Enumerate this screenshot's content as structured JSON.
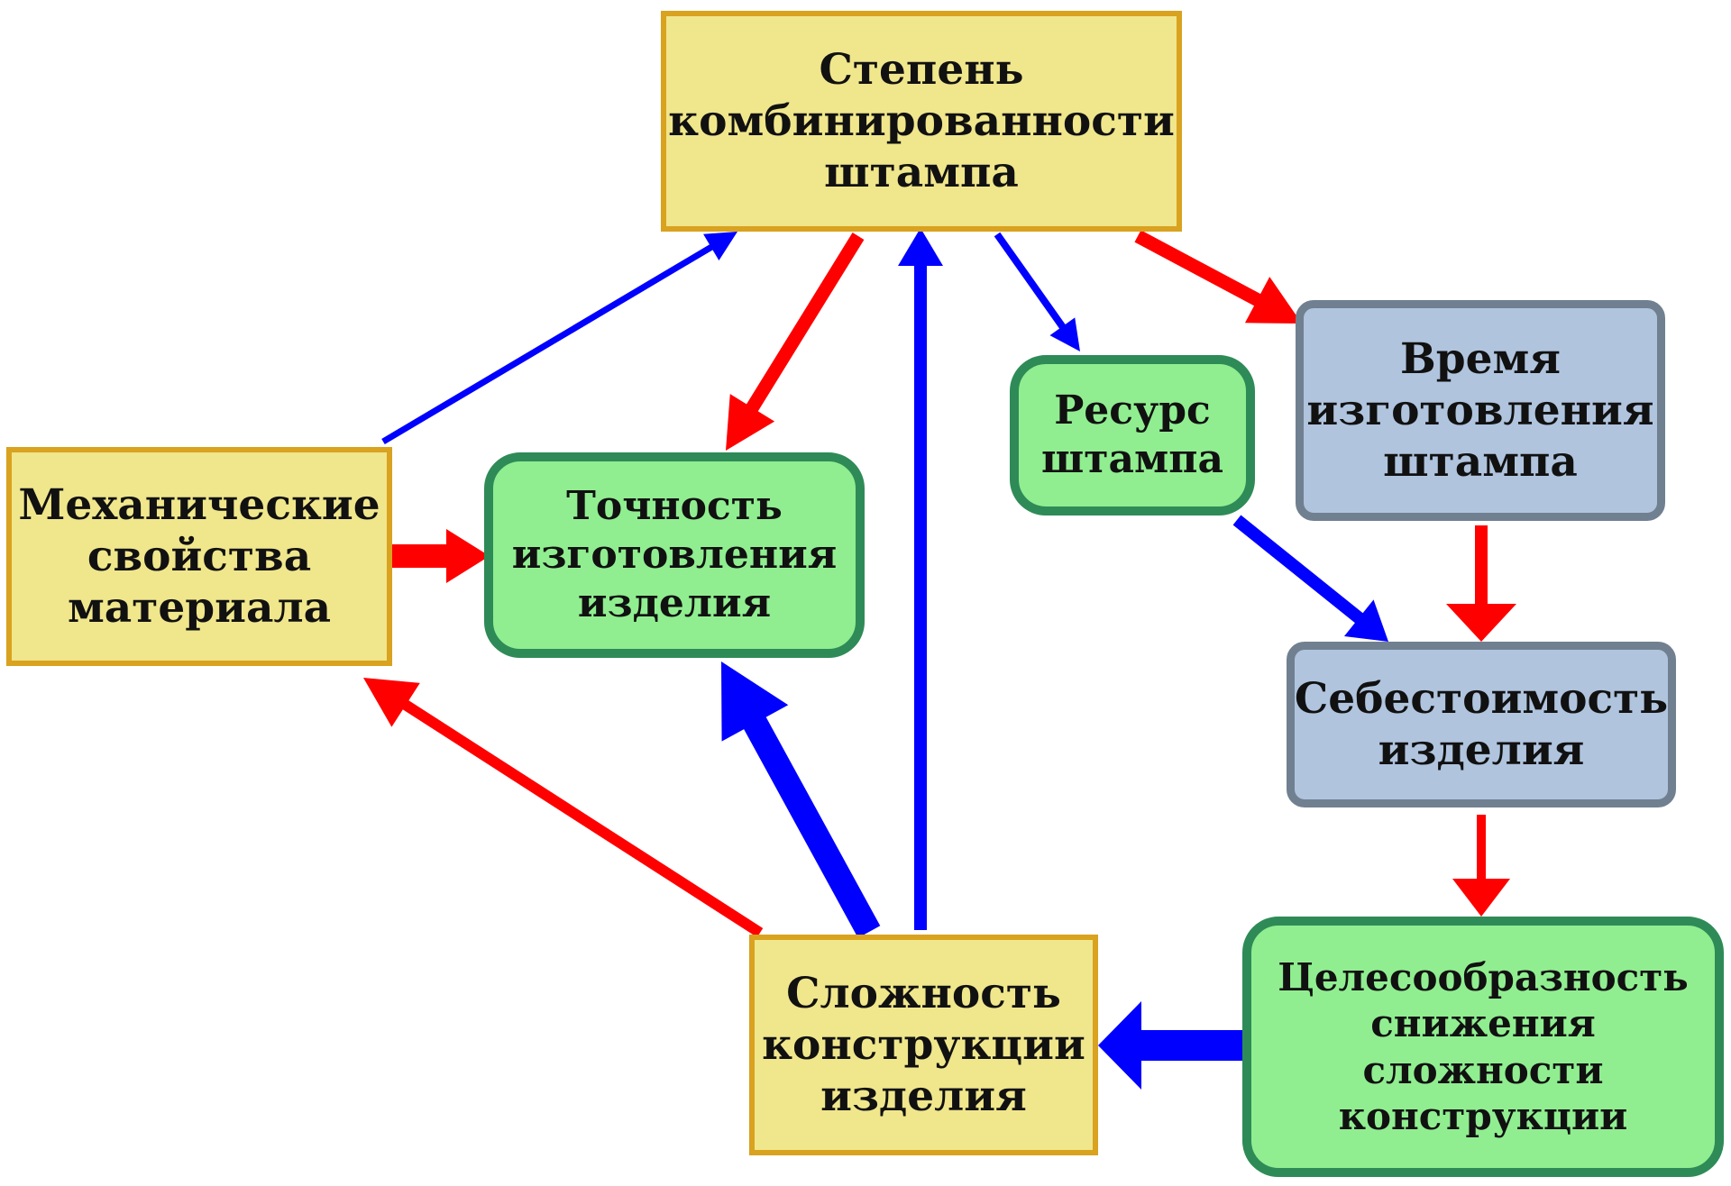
{
  "diagram": {
    "colors": {
      "arrow_red": "#ff0000",
      "arrow_blue": "#0000ff",
      "yellow_fill": "#f0e68c",
      "yellow_border": "#d9a21f",
      "green_fill": "#90ee90",
      "green_border": "#2e8b57",
      "blue_fill": "#b0c4de",
      "blue_border": "#708090"
    },
    "nodes": {
      "stepen": "Степень\nкомбинированности\nштампа",
      "mekh": "Механические\nсвойства\nматериала",
      "tochnost": "Точность\nизготовления\nизделия",
      "resurs": "Ресурс\nштампа",
      "vremya": "Время\nизготовления\nштампа",
      "sebest": "Себестоимость\nизделия",
      "slozhnost": "Сложность\nконструкции\nизделия",
      "tselesoobr": "Целесообразность\nснижения\nсложности\nконструкции"
    },
    "edges": [
      {
        "from": "mekh",
        "to": "stepen",
        "color": "blue"
      },
      {
        "from": "stepen",
        "to": "tochnost",
        "color": "red"
      },
      {
        "from": "slozhnost",
        "to": "stepen",
        "color": "blue"
      },
      {
        "from": "stepen",
        "to": "resurs",
        "color": "blue"
      },
      {
        "from": "stepen",
        "to": "vremya",
        "color": "red"
      },
      {
        "from": "mekh",
        "to": "tochnost",
        "color": "red"
      },
      {
        "from": "slozhnost",
        "to": "tochnost",
        "color": "blue"
      },
      {
        "from": "slozhnost",
        "to": "mekh",
        "color": "red"
      },
      {
        "from": "resurs",
        "to": "sebest",
        "color": "blue"
      },
      {
        "from": "vremya",
        "to": "sebest",
        "color": "red"
      },
      {
        "from": "sebest",
        "to": "tselesoobr",
        "color": "red"
      },
      {
        "from": "tselesoobr",
        "to": "slozhnost",
        "color": "blue"
      }
    ]
  }
}
